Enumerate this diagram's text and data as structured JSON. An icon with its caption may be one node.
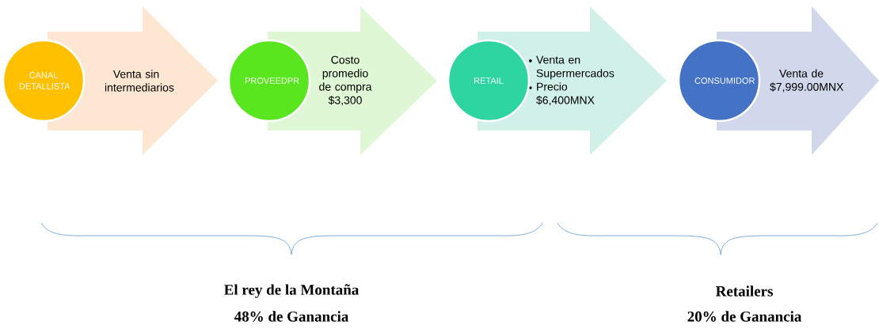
{
  "diagram": {
    "nodes": [
      {
        "text": [
          "CANAL DETALLISTA"
        ]
      },
      {
        "text": [
          "Venta sin intermediarios"
        ]
      },
      {
        "text": [
          "PROVEEDPR"
        ]
      },
      {
        "text": [
          "Costo promedio de compra $3,300"
        ]
      },
      {
        "text": [
          "RETAIL"
        ]
      },
      {
        "text": [
          "Venta en Supermercados",
          "Precio $6,400MNX"
        ]
      },
      {
        "text": [
          "CONSUMIDOR"
        ]
      },
      {
        "text": [
          "Venta de $7,999.00MNX"
        ]
      }
    ],
    "labels": [
      "El rey de la Montaña",
      "48% de Ganancia",
      "Retailers",
      "20% de Ganancia"
    ]
  }
}
